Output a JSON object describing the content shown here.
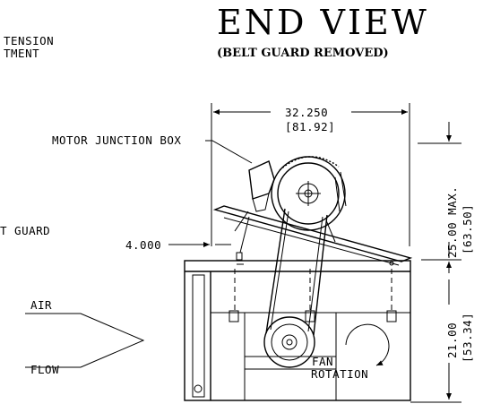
{
  "title": "END VIEW",
  "subtitle": "(BELT GUARD REMOVED)",
  "labels": {
    "tension_line1": "TENSION",
    "tension_line2": "TMENT",
    "motor_junction_box": "MOTOR JUNCTION BOX",
    "guard": "T GUARD",
    "air": "AIR",
    "flow": "FLOW",
    "fan": "FAN",
    "rotation": "ROTATION"
  },
  "dimensions": {
    "width": "32.250",
    "width_metric": "[81.92]",
    "offset": "4.000",
    "motor_height": "25.00 MAX.",
    "motor_height_metric": "[63.50]",
    "cabinet_height": "21.00",
    "cabinet_height_metric": "[53.34]"
  }
}
